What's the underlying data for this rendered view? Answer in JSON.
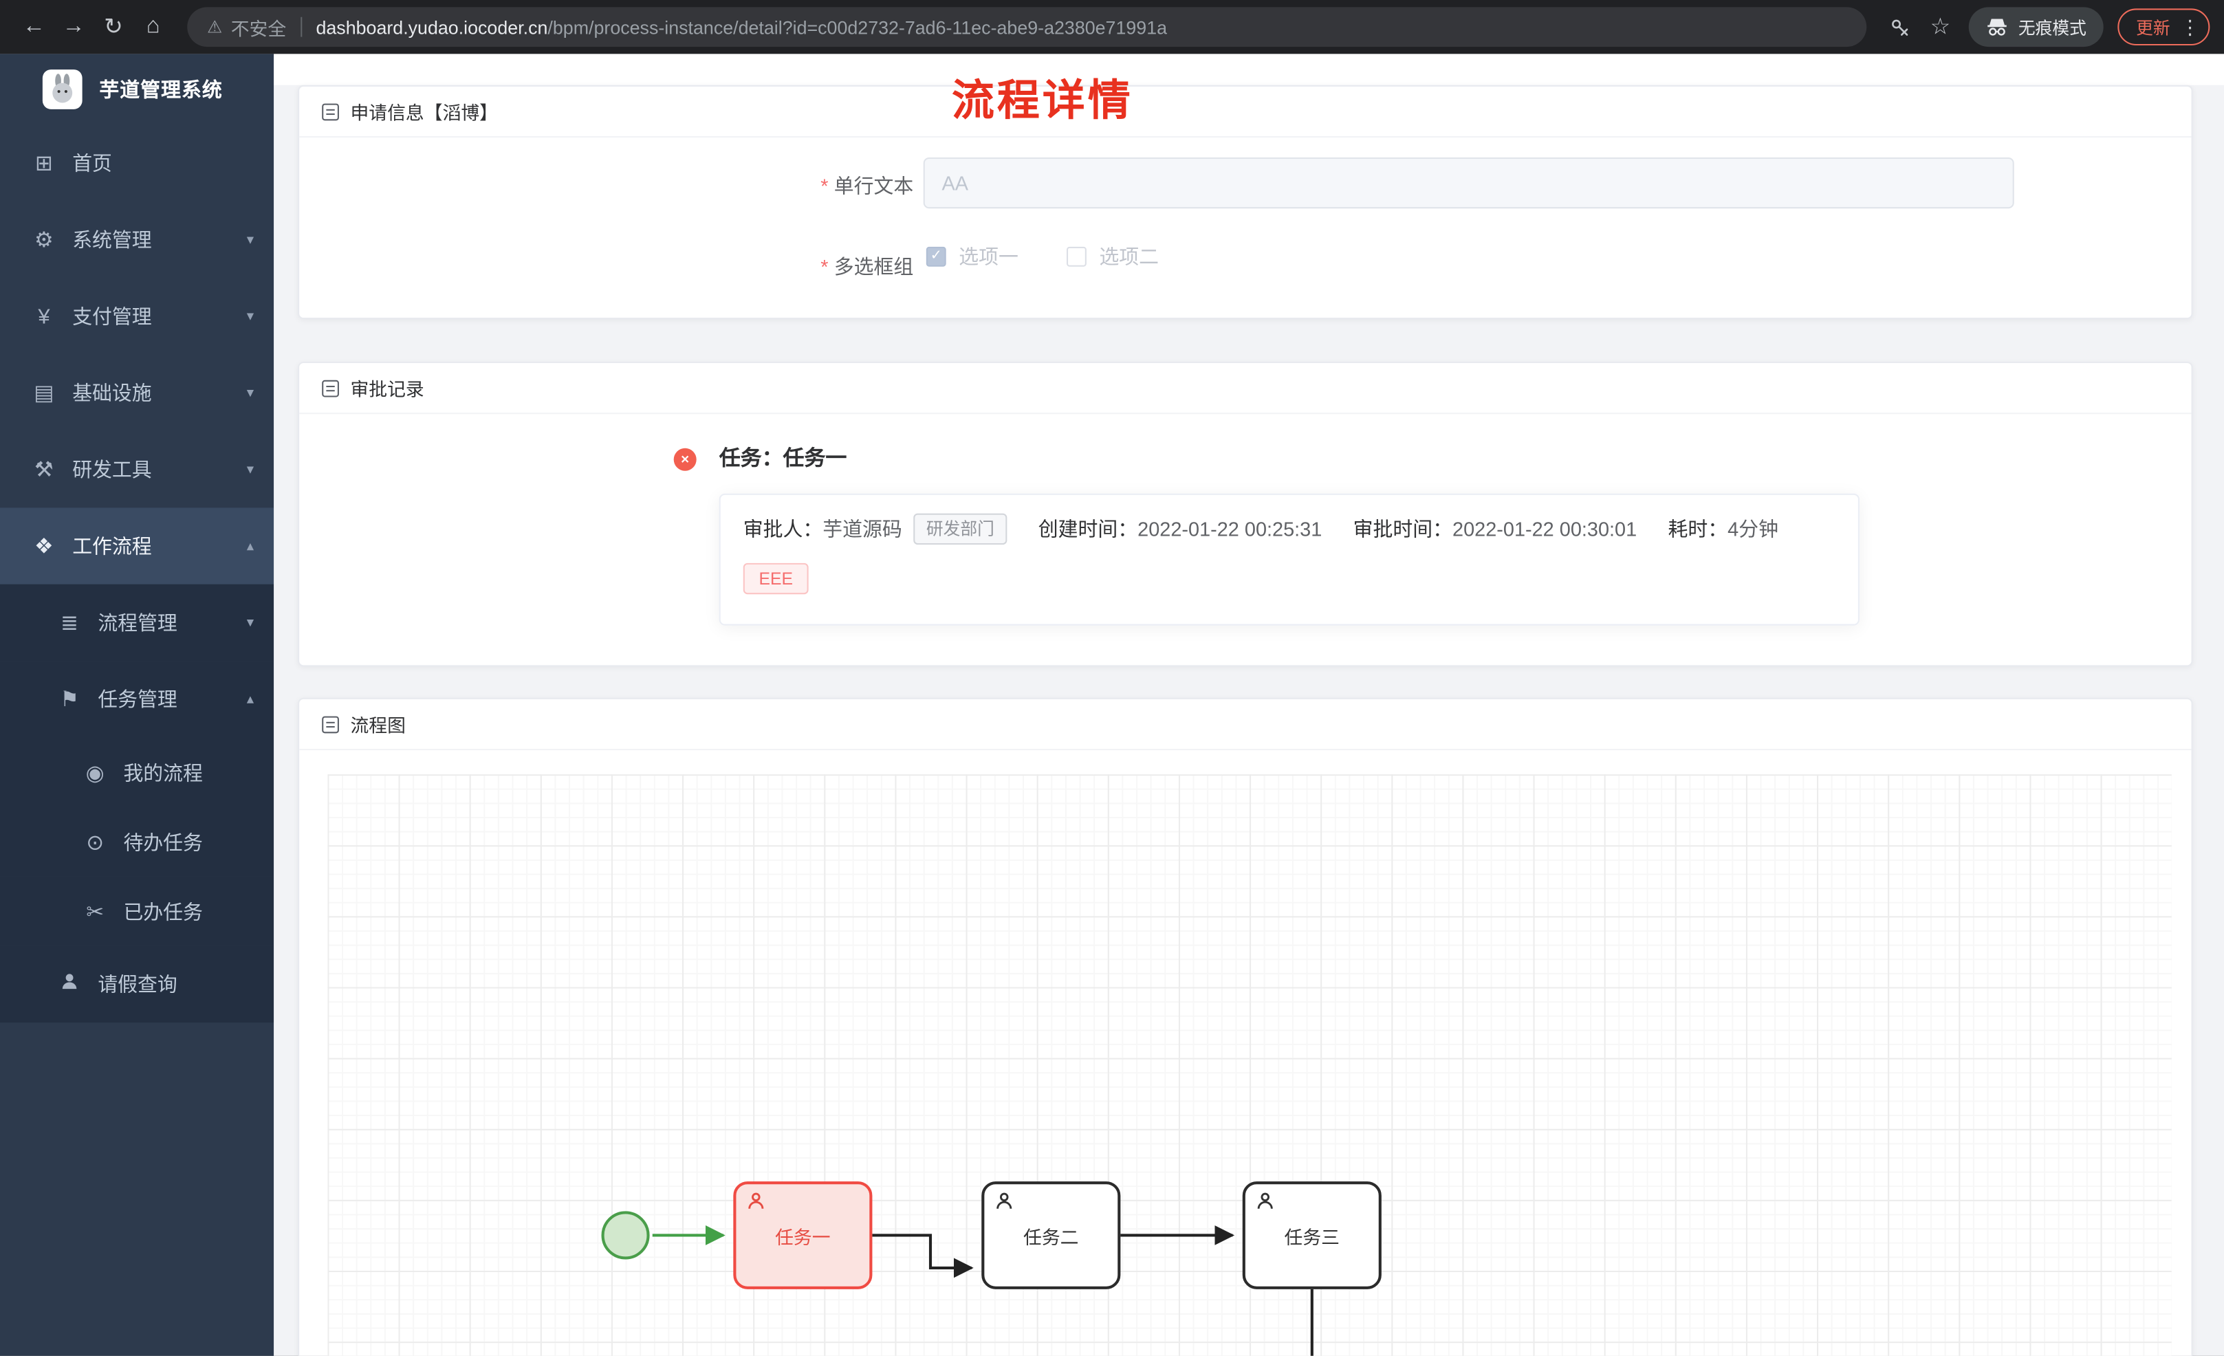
{
  "browser": {
    "security_label": "不安全",
    "url_host": "dashboard.yudao.iocoder.cn",
    "url_path": "/bpm/process-instance/detail?id=c00d2732-7ad6-11ec-abe9-a2380e71991a",
    "incognito_label": "无痕模式",
    "update_label": "更新"
  },
  "sidebar": {
    "app_title": "芋道管理系统",
    "menu": [
      {
        "label": "首页",
        "icon": "dashboard-icon"
      },
      {
        "label": "系统管理",
        "icon": "gear-icon",
        "expand": "down"
      },
      {
        "label": "支付管理",
        "icon": "yen-icon",
        "expand": "down"
      },
      {
        "label": "基础设施",
        "icon": "infrastructure-icon",
        "expand": "down"
      },
      {
        "label": "研发工具",
        "icon": "tools-icon",
        "expand": "down"
      },
      {
        "label": "工作流程",
        "icon": "workflow-icon",
        "expand": "up"
      },
      {
        "label": "流程管理",
        "icon": "process-list-icon",
        "expand": "down"
      },
      {
        "label": "任务管理",
        "icon": "task-flag-icon",
        "expand": "up"
      },
      {
        "label": "我的流程",
        "icon": "my-process-icon"
      },
      {
        "label": "待办任务",
        "icon": "todo-icon"
      },
      {
        "label": "已办任务",
        "icon": "done-icon"
      },
      {
        "label": "请假查询",
        "icon": "person-icon"
      }
    ]
  },
  "page": {
    "title": "流程详情"
  },
  "apply_card": {
    "title": "申请信息【滔博】",
    "text_field": {
      "label": "单行文本",
      "placeholder": "AA",
      "required": true
    },
    "checkbox_field": {
      "label": "多选框组",
      "required": true,
      "options": [
        {
          "label": "选项一",
          "checked": true
        },
        {
          "label": "选项二",
          "checked": false
        }
      ]
    }
  },
  "approval_card": {
    "title": "审批记录",
    "task_title": "任务：任务一",
    "approver_label": "审批人：",
    "approver_name": "芋道源码",
    "approver_dept_tag": "研发部门",
    "created_label": "创建时间：",
    "created_time": "2022-01-22 00:25:31",
    "approved_label": "审批时间：",
    "approved_time": "2022-01-22 00:30:01",
    "duration_label": "耗时：",
    "duration_value": "4分钟",
    "comment_tag": "EEE"
  },
  "diagram_card": {
    "title": "流程图",
    "nodes": [
      {
        "label": "任务一",
        "state": "highlighted"
      },
      {
        "label": "任务二",
        "state": "default"
      },
      {
        "label": "任务三",
        "state": "default"
      }
    ]
  },
  "icons": {
    "back": "←",
    "forward": "→",
    "reload": "↻",
    "home": "⌂",
    "warning": "⚠",
    "star": "☆",
    "dots": "⋮",
    "dashboard": "⊞",
    "gear": "⚙",
    "yen": "¥",
    "infrastructure": "▤",
    "tools": "⚒",
    "workflow": "❖",
    "process_list": "≣",
    "task_flag": "⚑",
    "my_process": "◉",
    "todo": "⊙",
    "done": "✂",
    "chevron_down": "▾",
    "chevron_up": "▴",
    "check": "✓",
    "close_x": "×"
  },
  "colors": {
    "title_red": "#e8311f",
    "task_highlight_border": "#f04b43",
    "start_event_green": "#4a9e4a",
    "sidebar_bg": "#2d3a4d",
    "tag_red_text": "#f56c6c",
    "update_button": "#ee6c5b"
  }
}
